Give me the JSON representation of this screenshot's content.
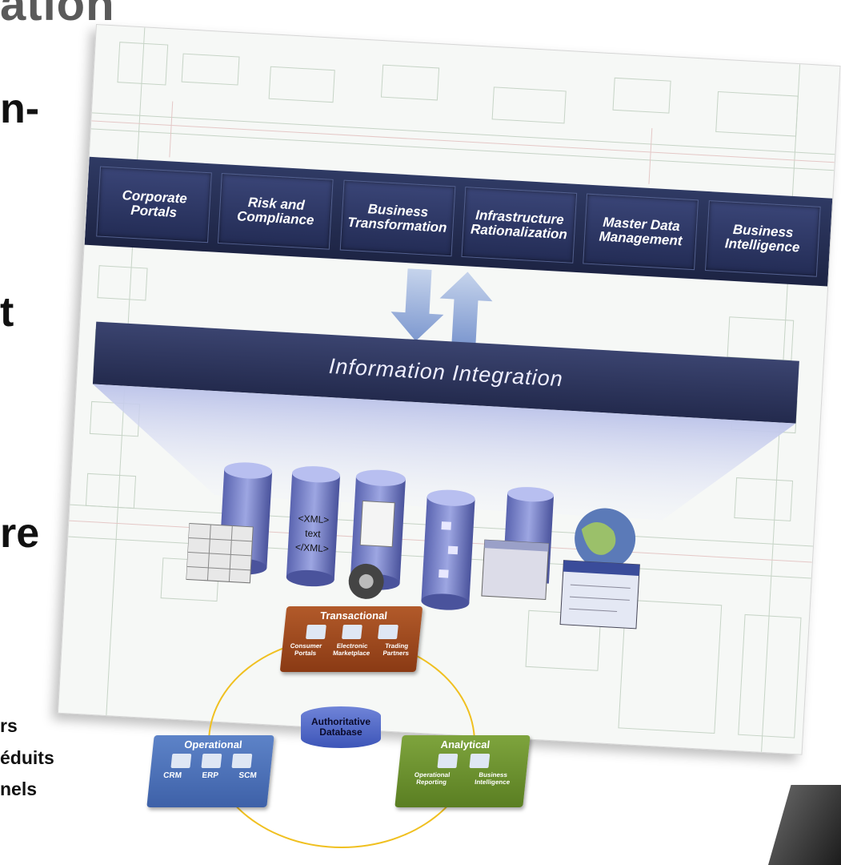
{
  "slide": {
    "title_fragment": "ation",
    "left_words": [
      "n-",
      "t",
      "re",
      "rs",
      "éduits",
      "nels"
    ]
  },
  "header": {
    "items": [
      "Corporate\nPortals",
      "Risk and\nCompliance",
      "Business\nTransformation",
      "Infrastructure\nRationalization",
      "Master Data\nManagement",
      "Business\nIntelligence"
    ]
  },
  "integration": {
    "label": "Information Integration"
  },
  "inset": {
    "transactional": {
      "title": "Transactional",
      "subs": [
        "Consumer Portals",
        "Electronic Marketplace",
        "Trading Partners"
      ]
    },
    "operational": {
      "title": "Operational",
      "subs": [
        "CRM",
        "ERP",
        "SCM"
      ]
    },
    "analytical": {
      "title": "Analytical",
      "subs": [
        "Operational Reporting",
        "Business Intelligence"
      ]
    },
    "database": "Authoritative\nDatabase"
  }
}
